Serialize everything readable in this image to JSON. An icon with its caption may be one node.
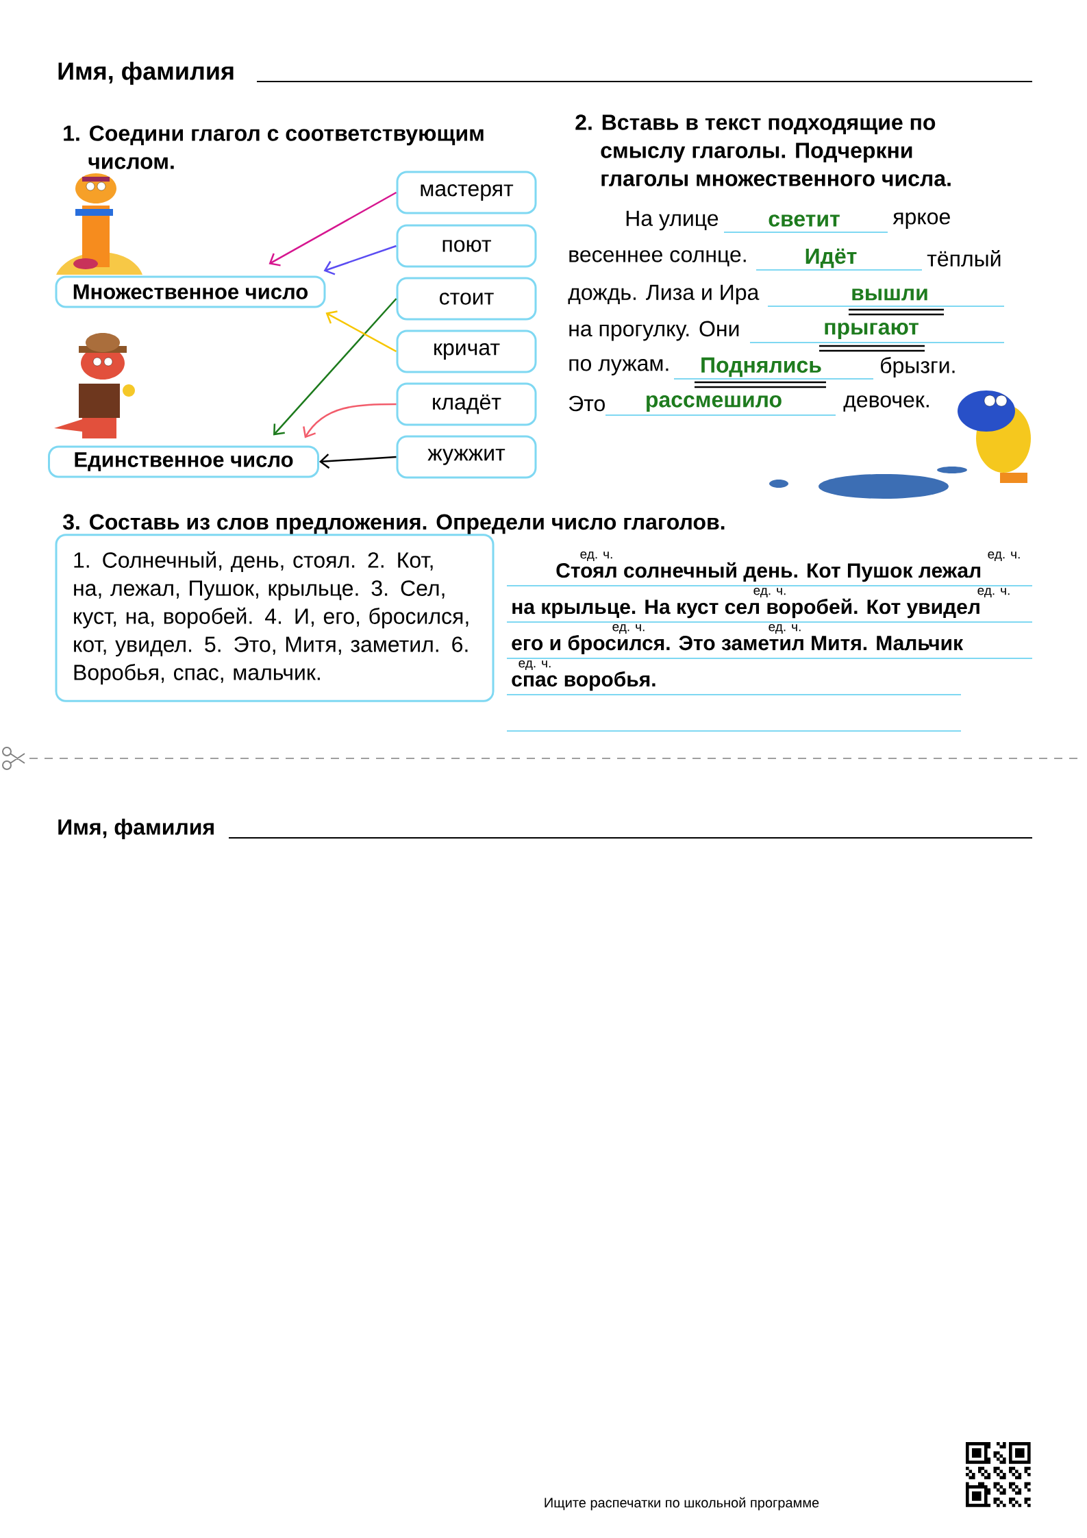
{
  "diagram": {
    "nodes": [
      {
        "text": [
          "Множественное число"
        ]
      },
      {
        "text": [
          "Единственное число"
        ]
      },
      {
        "text": [
          "мастерят"
        ]
      },
      {
        "text": [
          "поют"
        ]
      },
      {
        "text": [
          "стоит"
        ]
      },
      {
        "text": [
          "кричат"
        ]
      },
      {
        "text": [
          "кладёт"
        ]
      },
      {
        "text": [
          "жужжит"
        ]
      },
      {
        "text": [
          "1. Солнечный, день, стоял. 2. Кот, на, лежал, Пушок, крыльце. 3. Сел, куст, на, воробей. 4. И, его, бросился, кот, увидел. 5. Это, Митя, заметил. 6. Воробья, спас, мальчик."
        ]
      }
    ],
    "edges": [
      {
        "from": 2,
        "to": 0,
        "arrow": "to",
        "color": "#d6168f"
      },
      {
        "from": 3,
        "to": 0,
        "arrow": "to",
        "color": "#5a4cf2"
      },
      {
        "from": 4,
        "to": 1,
        "arrow": "to",
        "color": "#1c7a1c"
      },
      {
        "from": 5,
        "to": 0,
        "arrow": "to",
        "color": "#f7c600"
      },
      {
        "from": 6,
        "to": 1,
        "arrow": "to",
        "color": "#f25c6b"
      },
      {
        "from": 7,
        "to": 1,
        "arrow": "to",
        "color": "#000000"
      }
    ],
    "labels": [
      "Имя, фамилия",
      "1. Соедини глагол с соответствующим числом.",
      "2. Вставь в текст подходящие по смыслу глаголы. Подчеркни глаголы множественного числа.",
      "На улице",
      "светит",
      "яркое",
      "весеннее солнце.",
      "Идёт",
      "тёплый",
      "дождь. Лиза и Ира",
      "вышли",
      "на прогулку. Они",
      "прыгают",
      "по лужам.",
      "Поднялись",
      "брызги.",
      "Это",
      "рассмешило",
      "девочек.",
      "3. Составь из слов предложения. Определи число глаголов.",
      "ед. ч.",
      "ед. ч.",
      "Стоял солнечный день. Кот Пушок лежал",
      "ед. ч.",
      "ед. ч.",
      "на крыльце. На куст сел воробей. Кот увидел",
      "ед. ч.",
      "ед. ч.",
      "его и бросился. Это заметил Митя. Мальчик",
      "ед. ч.",
      "спас воробья.",
      "Имя, фамилия",
      "Ищите распечатки по школьной программе"
    ]
  }
}
